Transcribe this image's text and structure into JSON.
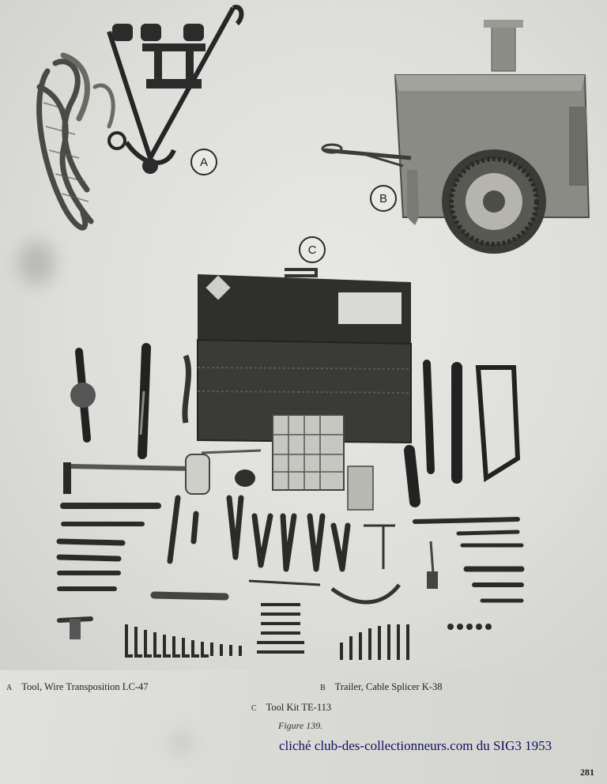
{
  "figure": {
    "callouts": {
      "a": "A",
      "b": "B",
      "c": "C"
    },
    "items": [
      {
        "letter": "A",
        "label": "Tool, Wire Transposition LC-47",
        "icon": "wire-transposition-tool-icon"
      },
      {
        "letter": "B",
        "label": "Trailer, Cable Splicer K-38",
        "icon": "trailer-icon"
      },
      {
        "letter": "C",
        "label": "Tool Kit TE-113",
        "icon": "toolbox-icon"
      }
    ],
    "caption": "Figure 139."
  },
  "credit": "cliché club-des-collectionneurs.com du SIG3 1953",
  "page_number": "281"
}
